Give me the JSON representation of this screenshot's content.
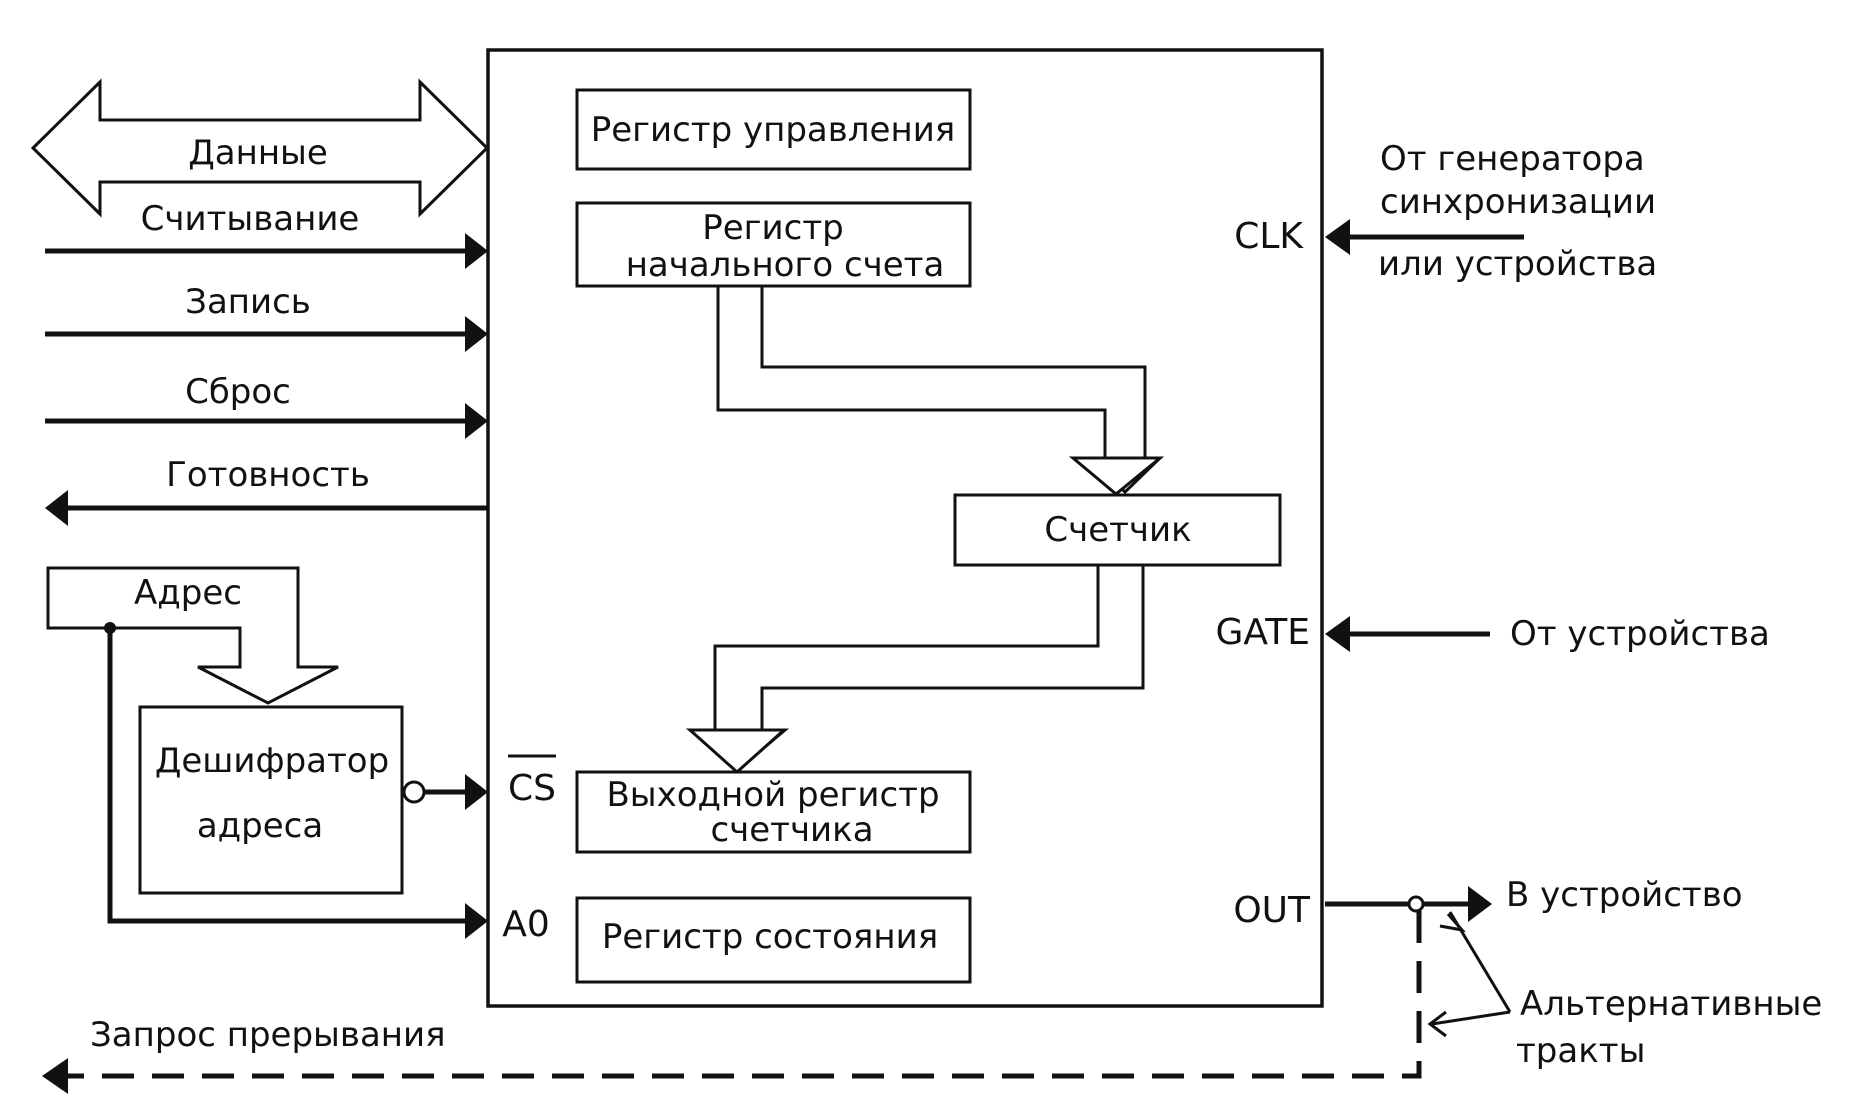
{
  "left_signals": {
    "data": "Данные",
    "read": "Считывание",
    "write": "Запись",
    "reset": "Сброс",
    "ready": "Готовность",
    "address": "Адрес",
    "interrupt": "Запрос прерывания"
  },
  "blocks": {
    "control_register": "Регистр управления",
    "initial_count_line1": "Регистр",
    "initial_count_line2": "начального счета",
    "counter": "Счетчик",
    "output_register_line1": "Выходной регистр",
    "output_register_line2": "счетчика",
    "status_register": "Регистр состояния",
    "decoder_line1": "Дешифратор",
    "decoder_line2": "адреса"
  },
  "pins": {
    "cs": "CS",
    "a0": "A0",
    "clk": "CLK",
    "gate": "GATE",
    "out": "OUT"
  },
  "right_signals": {
    "clk_source_line1": "От генератора",
    "clk_source_line2": "синхронизации",
    "clk_source_line3": "или устройства",
    "gate_source": "От устройства",
    "out_dest": "В устройство",
    "alt_paths_line1": "Альтернативные",
    "alt_paths_line2": "тракты"
  }
}
